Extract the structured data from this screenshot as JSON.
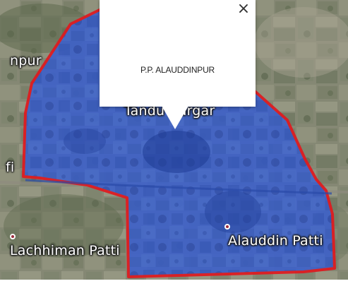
{
  "map": {
    "boundary_fill": "#3f62c8",
    "boundary_stroke": "#e0191f",
    "labels": {
      "top_left": "npur",
      "left_edge": "fi",
      "under_popup": "Tandu Bargar",
      "lachhiman": "Lachhiman Patti",
      "alauddin": "Alauddin Patti"
    }
  },
  "info_window": {
    "title": "P.P. ALAUDDINPUR",
    "close_glyph": "×",
    "close_icon": "close-icon"
  }
}
